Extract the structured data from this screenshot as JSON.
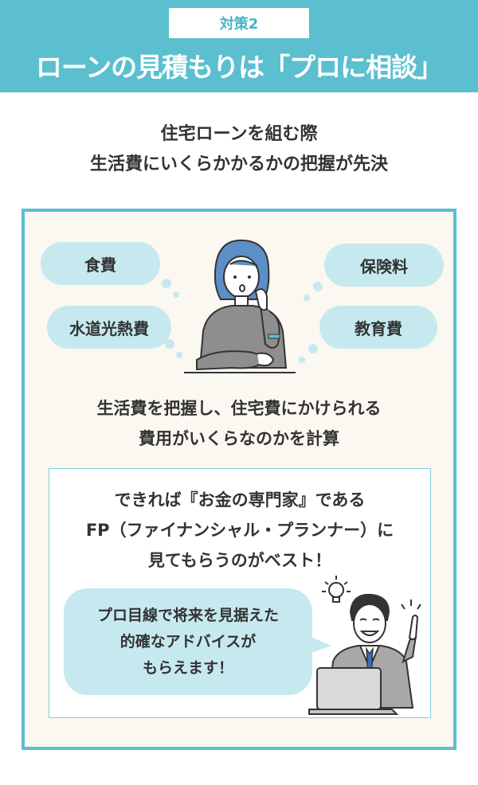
{
  "header": {
    "badge": "対策2",
    "title": "ローンの見積もりは「プロに相談」"
  },
  "subtitle": {
    "line1": "住宅ローンを組む際",
    "line2": "生活費にいくらかかるかの把握が先決"
  },
  "bubbles": {
    "food": "食費",
    "insurance": "保険料",
    "utilities": "水道光熱費",
    "education": "教育費"
  },
  "description": {
    "line1": "生活費を把握し、住宅費にかけられる",
    "line2": "費用がいくらなのかを計算"
  },
  "advice": {
    "line1": "できれば『お金の専門家』である",
    "line2": "FP（ファイナンシャル・プランナー）に",
    "line3": "見てもらうのがベスト！"
  },
  "speech": {
    "line1": "プロ目線で将来を見据えた",
    "line2": "的確なアドバイスが",
    "line3": "もらえます！"
  },
  "colors": {
    "accent": "#5bbfcf",
    "bubble": "#c6e9ef",
    "panel_bg": "#fbf7f1"
  },
  "icons": {
    "woman": "thinking-woman-illustration",
    "man": "advisor-man-illustration",
    "lightbulb": "lightbulb-icon",
    "laptop": "laptop-icon"
  }
}
